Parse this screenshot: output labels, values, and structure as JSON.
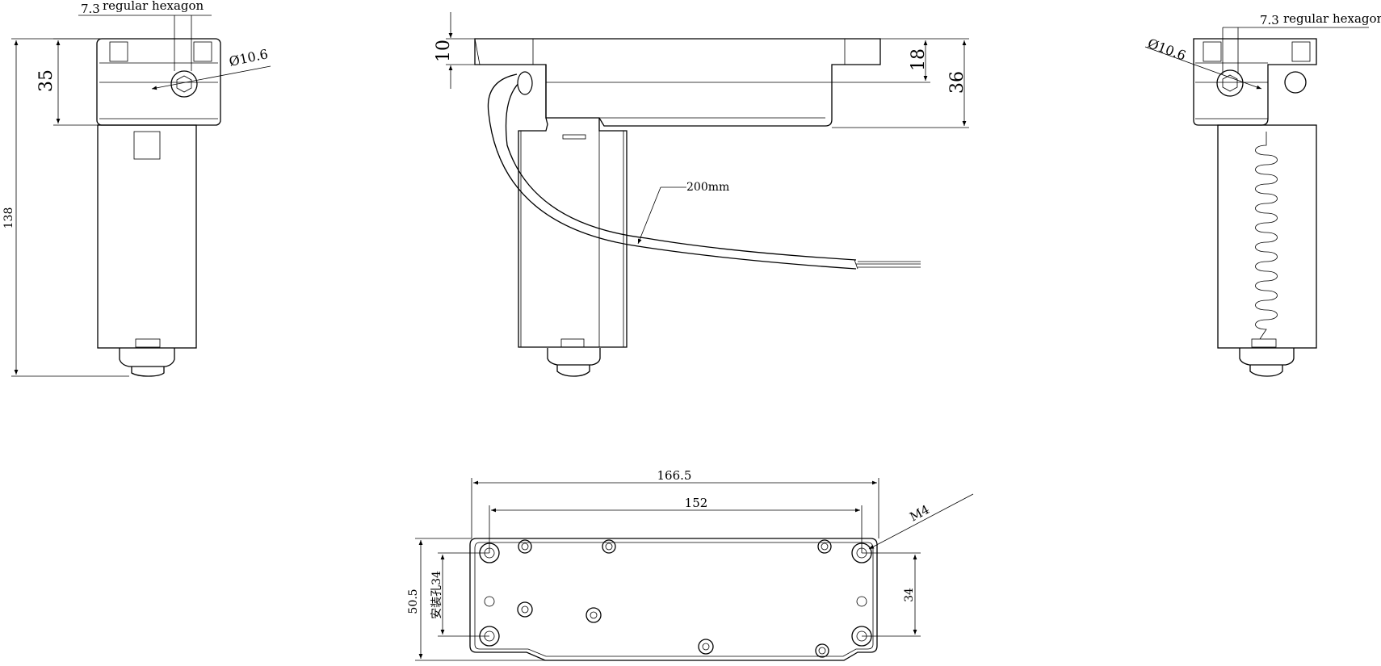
{
  "views": {
    "left": {
      "hex_value": "7.3",
      "hex_label": "regular hexagon",
      "shaft_dia": "Ø10.6",
      "height_top": "35",
      "height_total": "138"
    },
    "front": {
      "dim_top": "10",
      "dim_mid": "18",
      "dim_right": "36",
      "cable_length": "200mm"
    },
    "right": {
      "hex_value": "7.3",
      "hex_label": "regular hexagon",
      "shaft_dia": "Ø10.6"
    },
    "bottom": {
      "overall_length": "166.5",
      "hole_spacing": "152",
      "thread": "M4",
      "overall_width": "50.5",
      "mount_hole_label": "安装孔34",
      "hole_pitch": "34"
    }
  },
  "colors": {
    "line": "#000000",
    "background": "#ffffff"
  }
}
